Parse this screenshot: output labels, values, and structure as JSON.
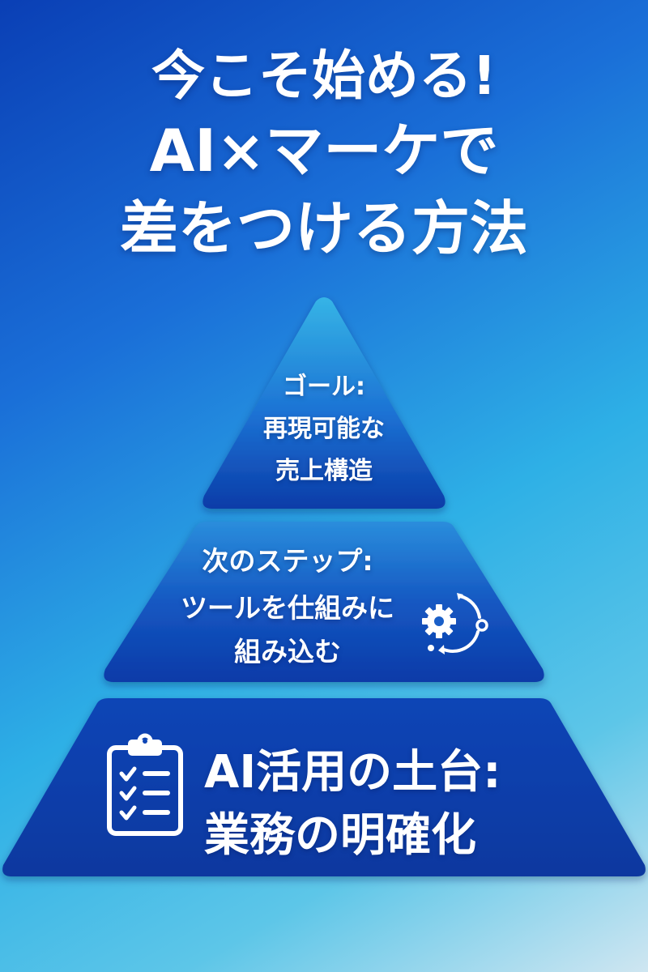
{
  "title": {
    "line1": "今こそ始める!",
    "line2": "AI×マーケで",
    "line3": "差をつける方法"
  },
  "pyramid": {
    "top": {
      "heading": "ゴール:",
      "line1": "再現可能な",
      "line2": "売上構造",
      "icon": "none"
    },
    "middle": {
      "heading": "次のステップ:",
      "line1": "ツールを仕組みに",
      "line2": "組み込む",
      "icon": "gear-cycle-icon"
    },
    "base": {
      "line1": "AI活用の土台:",
      "line2": "業務の明確化",
      "icon": "clipboard-checklist-icon"
    }
  },
  "colors": {
    "tier_dark": "#0a3aa8",
    "tier_light": "#2f9be0",
    "text": "#ffffff"
  }
}
